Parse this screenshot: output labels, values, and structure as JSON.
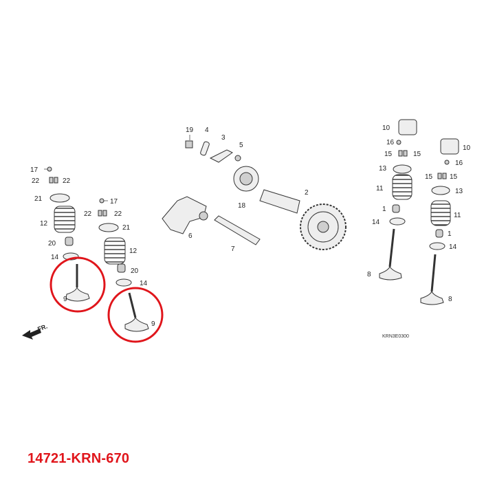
{
  "colors": {
    "highlight": "#e0151b",
    "part_number": "#e0151b",
    "line": "#333333"
  },
  "callouts": {
    "c19": "19",
    "c4": "4",
    "c3": "3",
    "c5": "5",
    "c18": "18",
    "c2": "2",
    "c6": "6",
    "c7": "7",
    "left": {
      "c17a": "17",
      "c22a": "22",
      "c22b": "22",
      "c21a": "21",
      "c12a": "12",
      "c20a": "20",
      "c14a": "14",
      "c9a": "9",
      "c17b": "17",
      "c22c": "22",
      "c22d": "22",
      "c21b": "21",
      "c12b": "12",
      "c20b": "20",
      "c14b": "14",
      "c9b": "9"
    },
    "right": {
      "c10a": "10",
      "c16a": "16",
      "c15a": "15",
      "c15b": "15",
      "c13a": "13",
      "c11a": "11",
      "c1a": "1",
      "c14c": "14",
      "c8a": "8",
      "c10b": "10",
      "c16b": "16",
      "c15c": "15",
      "c15d": "15",
      "c13b": "13",
      "c11b": "11",
      "c1b": "1",
      "c14d": "14",
      "c8b": "8"
    }
  },
  "front_label": "FR.",
  "diagram_code": "KRN3E0300",
  "part_number": "14721-KRN-670"
}
